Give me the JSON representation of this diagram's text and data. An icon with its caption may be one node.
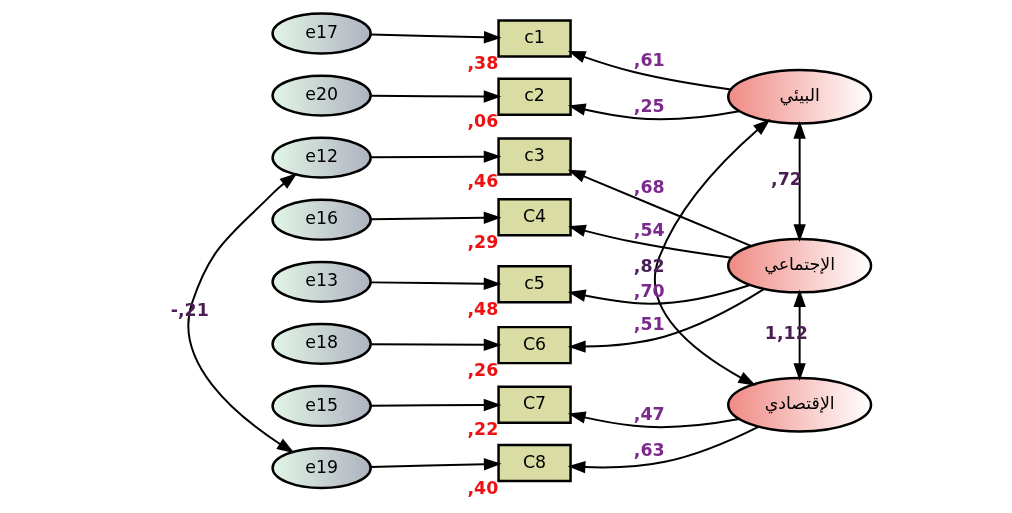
{
  "diagram": {
    "nodes": [
      {
        "text": [
          "e17"
        ]
      },
      {
        "text": [
          "c1"
        ],
        "beside": [
          ",38"
        ]
      },
      {
        "text": [
          "البيئي"
        ]
      },
      {
        "text": [
          "e20"
        ]
      },
      {
        "text": [
          "c2"
        ],
        "beside": [
          ",06"
        ]
      },
      {
        "text": [
          "e12"
        ]
      },
      {
        "text": [
          "c3"
        ],
        "beside": [
          ",46"
        ]
      },
      {
        "text": [
          "e16"
        ]
      },
      {
        "text": [
          "C4"
        ],
        "beside": [
          ",29"
        ]
      },
      {
        "text": [
          "الإجتماعي"
        ]
      },
      {
        "text": [
          "e13"
        ]
      },
      {
        "text": [
          "c5"
        ],
        "beside": [
          ",48"
        ]
      },
      {
        "text": [
          "e18"
        ]
      },
      {
        "text": [
          "C6"
        ],
        "beside": [
          ",26"
        ]
      },
      {
        "text": [
          "e15"
        ]
      },
      {
        "text": [
          "C7"
        ],
        "beside": [
          ",22"
        ]
      },
      {
        "text": [
          "الإقتصادي"
        ]
      },
      {
        "text": [
          "e19"
        ]
      },
      {
        "text": [
          "C8"
        ],
        "beside": [
          ",40"
        ]
      }
    ],
    "edges": [
      {
        "from": 0,
        "to": 1,
        "arrow": "to"
      },
      {
        "from": 3,
        "to": 4,
        "arrow": "to"
      },
      {
        "from": 5,
        "to": 6,
        "arrow": "to"
      },
      {
        "from": 7,
        "to": 8,
        "arrow": "to"
      },
      {
        "from": 10,
        "to": 11,
        "arrow": "to"
      },
      {
        "from": 12,
        "to": 13,
        "arrow": "to"
      },
      {
        "from": 14,
        "to": 15,
        "arrow": "to"
      },
      {
        "from": 17,
        "to": 18,
        "arrow": "to"
      },
      {
        "from": 2,
        "to": 1,
        "arrow": "to",
        "label": ",61"
      },
      {
        "from": 2,
        "to": 4,
        "arrow": "to",
        "label": ",25"
      },
      {
        "from": 9,
        "to": 6,
        "arrow": "to",
        "label": ",68"
      },
      {
        "from": 9,
        "to": 8,
        "arrow": "to",
        "label": ",54"
      },
      {
        "from": 9,
        "to": 11,
        "arrow": "to",
        "label": ",70"
      },
      {
        "from": 9,
        "to": 13,
        "arrow": "to",
        "label": ",51"
      },
      {
        "from": 16,
        "to": 15,
        "arrow": "to",
        "label": ",47"
      },
      {
        "from": 16,
        "to": 18,
        "arrow": "to",
        "label": ",63"
      },
      {
        "from": 5,
        "to": 17,
        "arrow": "both",
        "label": "-,21"
      },
      {
        "from": 2,
        "to": 9,
        "arrow": "both",
        "label": ",72"
      },
      {
        "from": 9,
        "to": 16,
        "arrow": "both",
        "label": "1,12"
      },
      {
        "from": 2,
        "to": 16,
        "arrow": "both",
        "label": ",82"
      }
    ]
  }
}
